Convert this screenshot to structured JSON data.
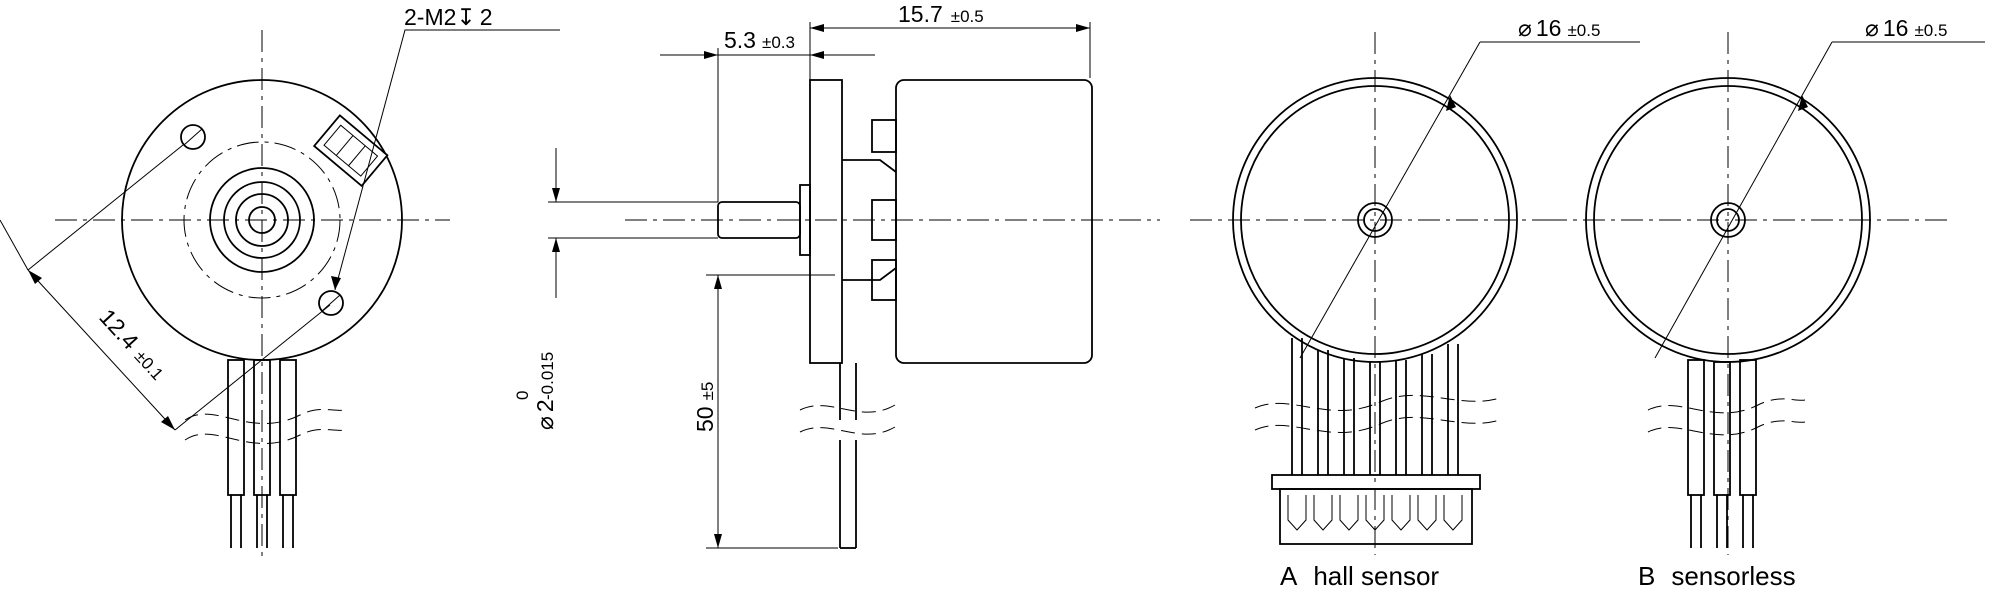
{
  "drawing": {
    "line_color": "#000000",
    "background": "#ffffff"
  },
  "front_view": {
    "thread_note": "2-M2",
    "depth_symbol": "↧",
    "thread_depth": "2",
    "diag_dim_value": "12.4",
    "diag_dim_tol": "±0.1"
  },
  "side_view": {
    "flange_dim_value": "5.3",
    "flange_dim_tol": "±0.3",
    "length_dim_value": "15.7",
    "length_dim_tol": "±0.5",
    "shaft_dia_symbol": "⌀",
    "shaft_dia_value": "2",
    "shaft_tol_upper": "0",
    "shaft_tol_lower": "-0.015",
    "lead_length_value": "50",
    "lead_length_tol": "±5"
  },
  "view_a": {
    "dia_symbol": "⌀",
    "dia_value": "16",
    "dia_tol": "±0.5",
    "caption_letter": "A",
    "caption_text": "hall sensor"
  },
  "view_b": {
    "dia_symbol": "⌀",
    "dia_value": "16",
    "dia_tol": "±0.5",
    "caption_letter": "B",
    "caption_text": "sensorless"
  }
}
